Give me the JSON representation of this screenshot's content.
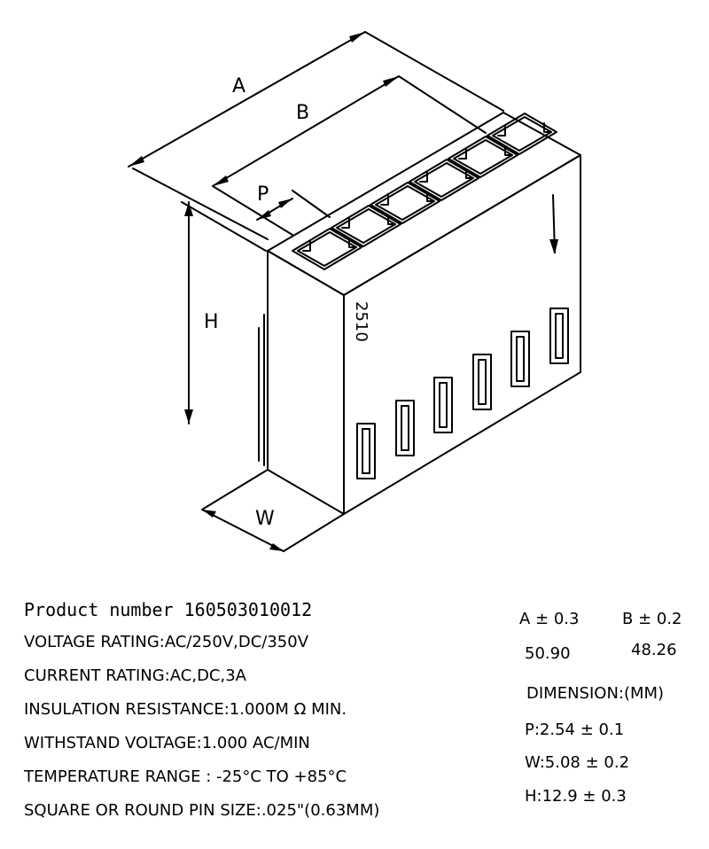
{
  "labels": {
    "a": "A",
    "b": "B",
    "p": "P",
    "h": "H",
    "w": "W",
    "body_mark": "2510"
  },
  "specs": {
    "product": "Product number 160503010012",
    "voltage": "VOLTAGE RATING:AC/250V,DC/350V",
    "current": "CURRENT RATING:AC,DC,3A",
    "insulation": "INSULATION RESISTANCE:1.000M Ω MIN.",
    "withstand": "WITHSTAND VOLTAGE:1.000 AC/MIN",
    "temperature": "TEMPERATURE RANGE : -25°C TO +85°C",
    "pin_size": "SQUARE OR ROUND PIN SIZE:.025\"(0.63MM)"
  },
  "dims": {
    "a_header": "A ± 0.3",
    "b_header": "B ± 0.2",
    "a_value": "50.90",
    "b_value": "48.26",
    "title": "DIMENSION:(MM)",
    "p": "P:2.54 ± 0.1",
    "w": "W:5.08 ± 0.2",
    "h": "H:12.9 ± 0.3"
  }
}
